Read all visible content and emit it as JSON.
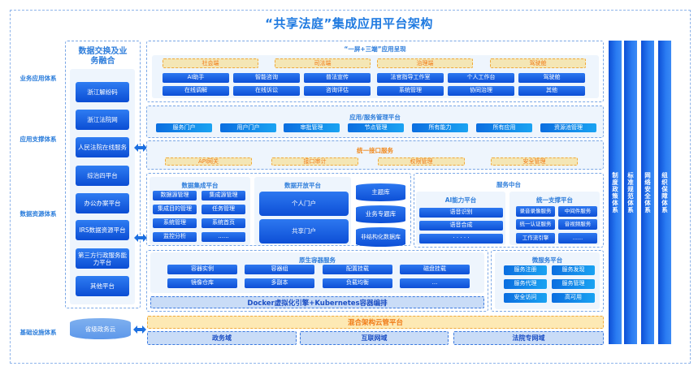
{
  "title": "“共享法庭”集成应用平台架构",
  "layers": [
    "业务应用体系",
    "应用支撑体系",
    "数据资源体系",
    "基础设施体系"
  ],
  "exchange": {
    "title": "数据交换及业务融合",
    "items": [
      "浙江解纷码",
      "浙江法院网",
      "人民法院在线服务",
      "综治四平台",
      "办公办案平台",
      "IRS数据资源平台",
      "第三方行政服务能力平台",
      "其他平台"
    ]
  },
  "app_present": {
    "title": "“一屏+三端”应用呈现",
    "tags": [
      "社会端",
      "司法端",
      "治理端",
      "驾驶舱"
    ],
    "rows": [
      [
        "AI助手",
        "智能咨询",
        "普法宣传",
        "法官指导工作室",
        "个人工作台",
        "驾驶舱"
      ],
      [
        "在线调解",
        "在线诉讼",
        "咨询评估",
        "系统管理",
        "协同治理",
        "其他"
      ]
    ]
  },
  "app_mgmt": {
    "title": "应用/服务管理平台",
    "items": [
      "服务门户",
      "用户门户",
      "审批管理",
      "节点管理",
      "所有能力",
      "所有应用",
      "资源池管理"
    ]
  },
  "interface": {
    "title": "统一接口服务",
    "items": [
      "API网关",
      "接口审计",
      "权限管理",
      "安全管理"
    ]
  },
  "data_integration": {
    "title": "数据集成平台",
    "items": [
      "数据源管理",
      "集成源管理",
      "集成目的管理",
      "任务管理",
      "系统管理",
      "系统首页",
      "监控分析",
      "......"
    ]
  },
  "data_open": {
    "title": "数据开放平台",
    "items": [
      "个人门户",
      "共享门户"
    ]
  },
  "databases": [
    "主题库",
    "业务专题库",
    "非结构化数据库"
  ],
  "service_center": {
    "title": "服务中台",
    "ai": {
      "title": "AI能力平台",
      "items": [
        "语音识别",
        "语音合成",
        "· · · · ·"
      ]
    },
    "support": {
      "title": "统一支撑平台",
      "items": [
        "录音录像服务",
        "中间件服务",
        "统一认证服务",
        "音视频服务",
        "工作流引擎",
        "......"
      ]
    }
  },
  "container": {
    "title": "原生容器服务",
    "items": [
      "容器实例",
      "容器组",
      "配置挂载",
      "磁盘挂载",
      "镜像仓库",
      "多副本",
      "负载均衡",
      "..."
    ],
    "engine": "Docker虚拟化引擎+Kubernetes容器编排"
  },
  "microservice": {
    "title": "微服务平台",
    "items": [
      "服务注册",
      "服务发现",
      "服务代理",
      "服务管理",
      "安全访问",
      "高可用"
    ]
  },
  "cloud": {
    "provincial": "省级政务云",
    "hybrid": "混合架构云管平台",
    "domains": [
      "政务域",
      "互联网域",
      "法院专网域"
    ]
  },
  "pillars": [
    "制度政策体系",
    "标准规范体系",
    "网络安全体系",
    "组织保障体系"
  ]
}
